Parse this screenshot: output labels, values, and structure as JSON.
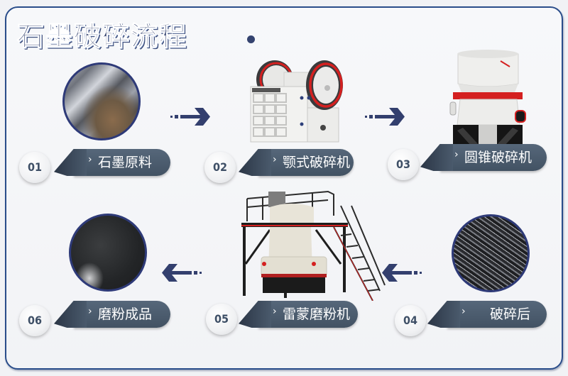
{
  "title": "石墨破碎流程",
  "colors": {
    "frame_border": "#2a4d8a",
    "title": "#34436f",
    "label_bg": "#4b5b6d",
    "arrow": "#333f6e",
    "circle_border": "#2e3a78",
    "machine_accent": "#d42020"
  },
  "steps": [
    {
      "number": "01",
      "label": "石墨原料",
      "image": "graphite-raw-material"
    },
    {
      "number": "02",
      "label": "颚式破碎机",
      "image": "jaw-crusher"
    },
    {
      "number": "03",
      "label": "圆锥破碎机",
      "image": "cone-crusher"
    },
    {
      "number": "04",
      "label": "破碎后",
      "image": "crushed-graphite"
    },
    {
      "number": "05",
      "label": "雷蒙磨粉机",
      "image": "raymond-mill"
    },
    {
      "number": "06",
      "label": "磨粉成品",
      "image": "graphite-powder"
    }
  ],
  "icons": {
    "chevron": "›",
    "arrow_right": "arrow-right-icon",
    "arrow_left": "arrow-left-icon"
  }
}
